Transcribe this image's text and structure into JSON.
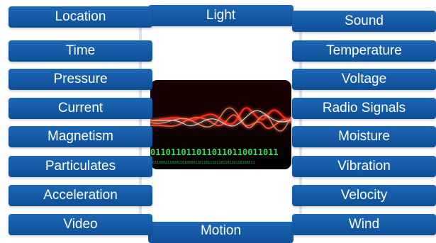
{
  "center": {
    "top_label": "Light",
    "bottom_label": "Motion",
    "image": {
      "icon": "signal-waveform-icon",
      "binary_row_1": "0110110110110110110011011",
      "binary_row_2": "1011000111000110100001101101110110110110110100011"
    }
  },
  "left_items": [
    {
      "label": "Location"
    },
    {
      "label": "Time"
    },
    {
      "label": "Pressure"
    },
    {
      "label": "Current"
    },
    {
      "label": "Magnetism"
    },
    {
      "label": "Particulates"
    },
    {
      "label": "Acceleration"
    },
    {
      "label": "Video"
    }
  ],
  "right_items": [
    {
      "label": "Sound"
    },
    {
      "label": "Temperature"
    },
    {
      "label": "Voltage"
    },
    {
      "label": "Radio Signals"
    },
    {
      "label": "Moisture"
    },
    {
      "label": "Vibration"
    },
    {
      "label": "Velocity"
    },
    {
      "label": "Wind"
    }
  ],
  "colors": {
    "pill": "#1a5fab",
    "panel": "#dfe1e8",
    "wave_red": "#ff2a1a",
    "binary_green": "#3ddc5a"
  }
}
